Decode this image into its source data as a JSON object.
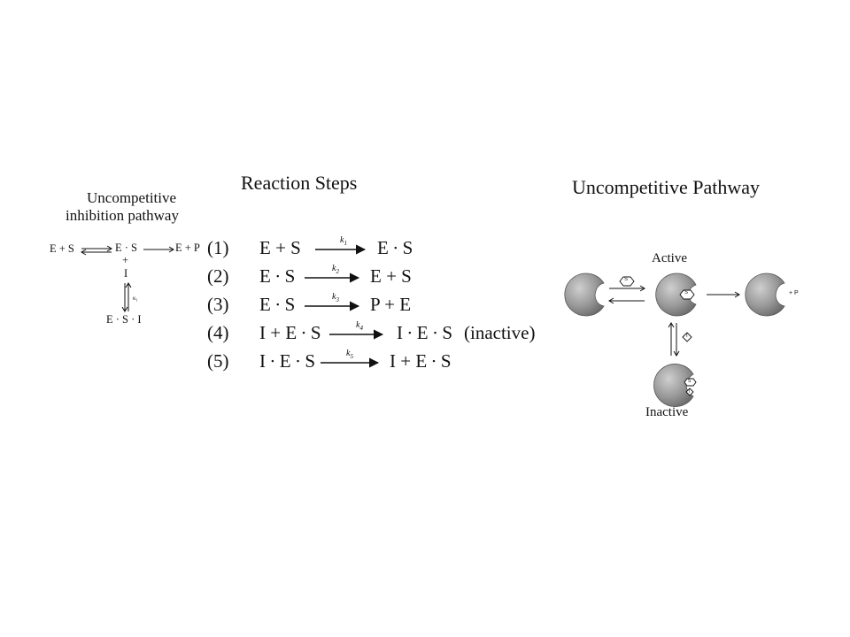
{
  "left_panel": {
    "title_line1": "Uncompetitive",
    "title_line2": "inhibition pathway",
    "E_plus_S": "E + S",
    "ES": "E · S",
    "E_plus_P": "E + P",
    "plus": "+",
    "I": "I",
    "k_label": "κ₁",
    "ESI": "E · S · I"
  },
  "reaction_steps": {
    "title": "Reaction Steps",
    "steps": [
      {
        "num": "(1)",
        "left": "E + S",
        "k": "k",
        "k_sub": "1",
        "right": "E ∙ S",
        "note": ""
      },
      {
        "num": "(2)",
        "left": "E ∙ S",
        "k": "k",
        "k_sub": "2",
        "right": "E + S",
        "note": ""
      },
      {
        "num": "(3)",
        "left": "E ∙ S",
        "k": "k",
        "k_sub": "3",
        "right": "P + E",
        "note": ""
      },
      {
        "num": "(4)",
        "left": "I + E ∙ S",
        "k": "k",
        "k_sub": "4",
        "right": "I ∙ E ∙ S",
        "note": "(inactive)"
      },
      {
        "num": "(5)",
        "left": "I ∙ E ∙ S",
        "k": "k",
        "k_sub": "5",
        "right": "I + E ∙ S",
        "note": ""
      }
    ]
  },
  "right_panel": {
    "title": "Uncompetitive Pathway",
    "active": "Active",
    "inactive": "Inactive",
    "substrate": "S",
    "inhibitor": "I",
    "plus_p": "+ P",
    "enzyme_color": "#8a8a8a"
  }
}
